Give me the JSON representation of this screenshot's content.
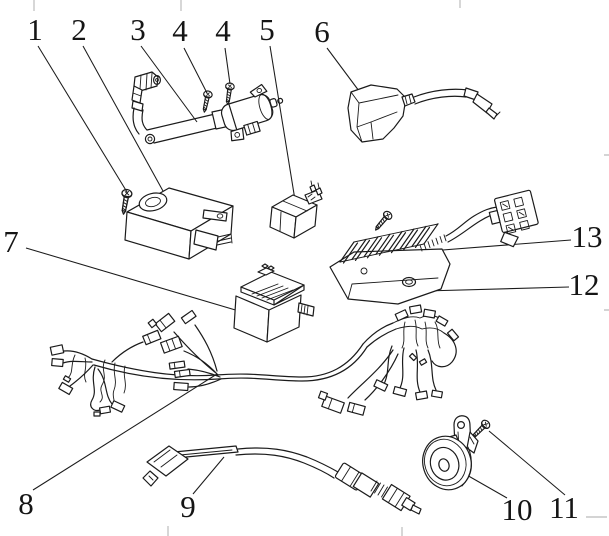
{
  "diagram": {
    "kind": "exploded-parts-line-diagram",
    "background_color": "#ffffff",
    "line_color": "#1b1b1b",
    "tick_color": "#c6c6c6",
    "callouts": [
      {
        "number": "1",
        "part": "screw-cdi-mount"
      },
      {
        "number": "2",
        "part": "cdi-unit"
      },
      {
        "number": "3",
        "part": "ignition-coil-assembly"
      },
      {
        "number": "4",
        "part": "screw-coil-mount"
      },
      {
        "number": "4",
        "part": "screw-coil-mount"
      },
      {
        "number": "5",
        "part": "starter-relay"
      },
      {
        "number": "6",
        "part": "rubber-mounted-lead"
      },
      {
        "number": "7",
        "part": "flasher-relay"
      },
      {
        "number": "8",
        "part": "wiring-harness"
      },
      {
        "number": "9",
        "part": "speedometer-cable"
      },
      {
        "number": "10",
        "part": "horn"
      },
      {
        "number": "11",
        "part": "screw-horn-mount"
      },
      {
        "number": "12",
        "part": "screw-regulator-mount"
      },
      {
        "number": "13",
        "part": "regulator-rectifier"
      }
    ]
  }
}
